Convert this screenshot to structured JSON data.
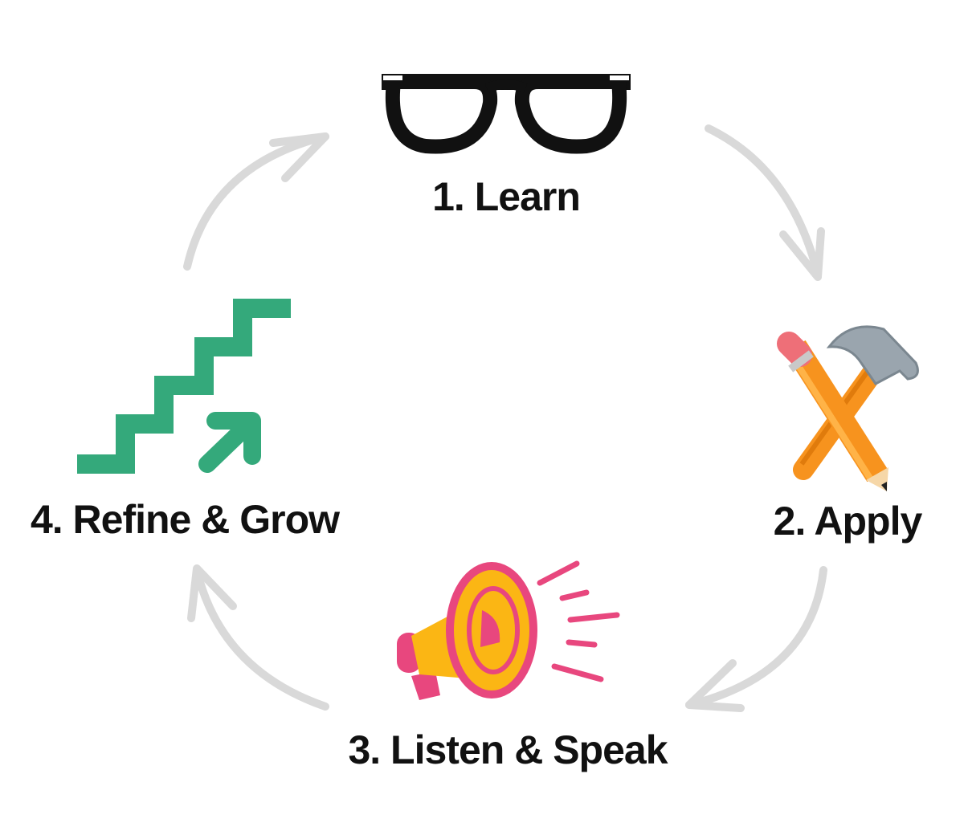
{
  "diagram": {
    "type": "cycle",
    "steps": [
      {
        "label": "1. Learn",
        "icon": "glasses-icon"
      },
      {
        "label": "2. Apply",
        "icon": "pencil-hammer-icon"
      },
      {
        "label": "3. Listen & Speak",
        "icon": "megaphone-icon"
      },
      {
        "label": "4. Refine & Grow",
        "icon": "stairs-arrow-icon"
      }
    ],
    "colors": {
      "text": "#111111",
      "arrows": "#d9d9d9",
      "stairs": "#34a97b",
      "pencil": "#f7931e",
      "hammer_head": "#9aa5ae",
      "megaphone": "#fbb614",
      "megaphone_accent": "#e8477e"
    }
  }
}
